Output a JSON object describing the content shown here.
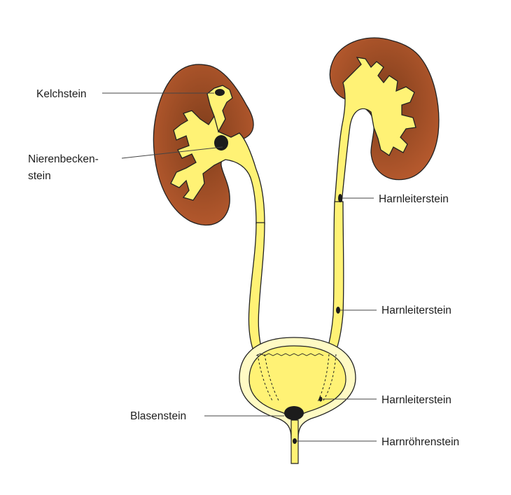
{
  "colors": {
    "kidney": "#b75a2e",
    "urine": "#fff275",
    "outline": "#222222",
    "stone": "#1c1c1c",
    "bladder_rim": "#fffac4"
  },
  "labels": {
    "kelchstein": "Kelchstein",
    "nierenbecken_line1": "Nierenbecken-",
    "nierenbecken_line2": "stein",
    "harnleiter_1": "Harnleiterstein",
    "harnleiter_2": "Harnleiterstein",
    "harnleiter_3": "Harnleiterstein",
    "blasenstein": "Blasenstein",
    "harnroehrenstein": "Harnröhrenstein"
  }
}
